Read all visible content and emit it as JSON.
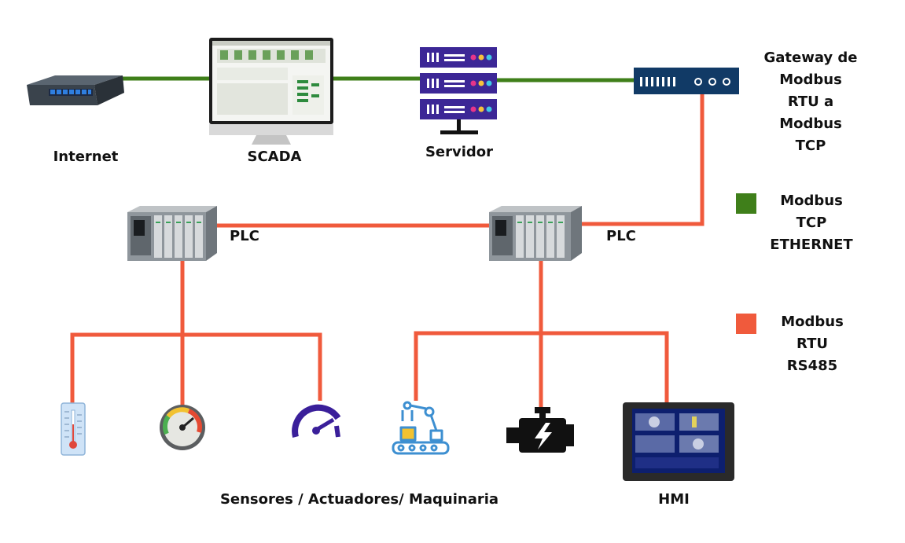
{
  "nodes": {
    "internet": {
      "label": "Internet"
    },
    "scada": {
      "label": "SCADA"
    },
    "server": {
      "label": "Servidor"
    },
    "gateway": {
      "label_lines": [
        "Gateway de",
        "Modbus RTU a",
        "Modbus TCP"
      ]
    },
    "plc_left": {
      "label": "PLC"
    },
    "plc_right": {
      "label": "PLC"
    },
    "field_devices": {
      "label": "Sensores / Actuadores/ Maquinaria"
    },
    "hmi": {
      "label": "HMI"
    }
  },
  "legend": [
    {
      "lines": [
        "Modbus TCP",
        "ETHERNET"
      ],
      "color": "#3f7f1a"
    },
    {
      "lines": [
        "Modbus RTU",
        "RS485"
      ],
      "color": "#f05a3c"
    }
  ],
  "icons": [
    "network-switch-icon",
    "monitor-icon",
    "server-rack-icon",
    "gateway-icon",
    "plc-icon",
    "thermometer-icon",
    "pressure-gauge-icon",
    "speedometer-icon",
    "robot-arm-icon",
    "engine-icon",
    "hmi-panel-icon"
  ],
  "colors": {
    "ethernet": "#3f7f1a",
    "rs485": "#f05a3c",
    "server": "#3c2796",
    "text": "#111111"
  }
}
